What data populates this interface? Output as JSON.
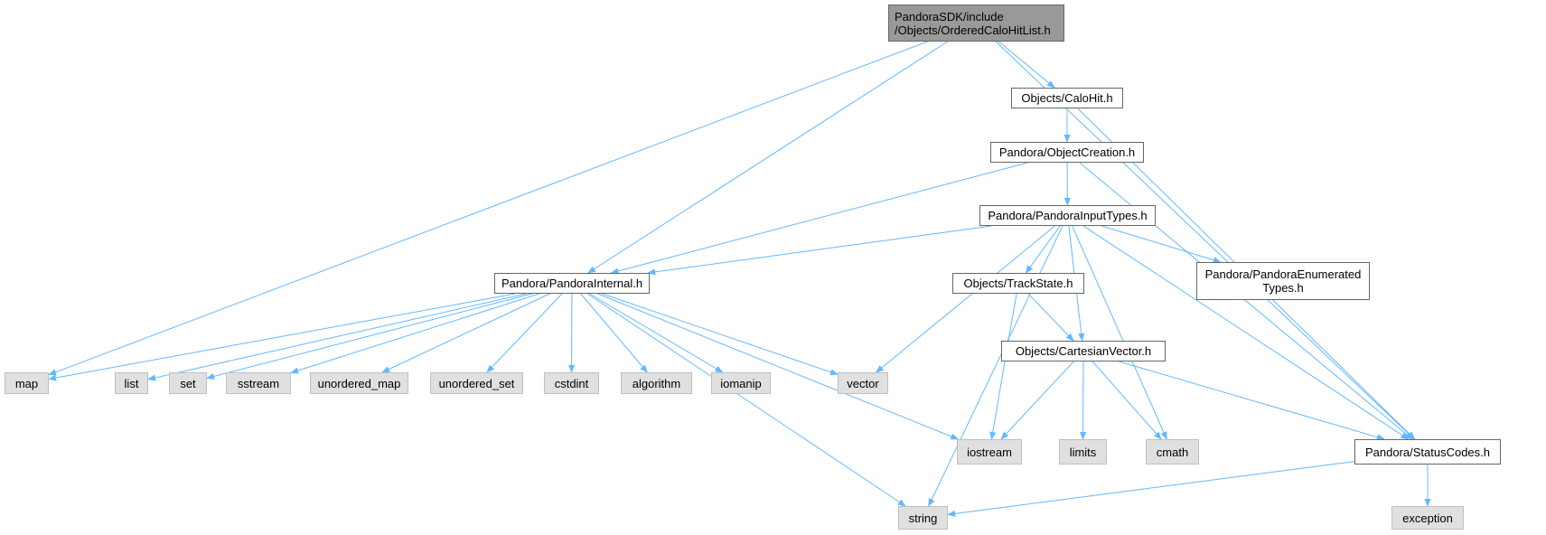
{
  "colors": {
    "edge": "#63b8ff",
    "root_fill": "#999999",
    "local_fill": "#ffffff",
    "system_fill": "#e0e0e0"
  },
  "nodes": {
    "root": {
      "line1": "PandoraSDK/include",
      "line2": "/Objects/OrderedCaloHitList.h"
    },
    "calohit": "Objects/CaloHit.h",
    "objectcreation": "Pandora/ObjectCreation.h",
    "inputtypes": "Pandora/PandoraInputTypes.h",
    "internal": "Pandora/PandoraInternal.h",
    "trackstate": "Objects/TrackState.h",
    "enumerated": {
      "line1": "Pandora/PandoraEnumerated",
      "line2": "Types.h"
    },
    "cartesian": "Objects/CartesianVector.h",
    "statuscodes": "Pandora/StatusCodes.h",
    "map": "map",
    "list": "list",
    "set": "set",
    "sstream": "sstream",
    "unordered_map": "unordered_map",
    "unordered_set": "unordered_set",
    "cstdint": "cstdint",
    "algorithm": "algorithm",
    "iomanip": "iomanip",
    "vector": "vector",
    "iostream": "iostream",
    "limits": "limits",
    "cmath": "cmath",
    "string": "string",
    "exception": "exception"
  },
  "edges": [
    [
      "root",
      "calohit"
    ],
    [
      "root",
      "internal"
    ],
    [
      "root",
      "map"
    ],
    [
      "root",
      "statuscodes"
    ],
    [
      "calohit",
      "objectcreation"
    ],
    [
      "calohit",
      "statuscodes"
    ],
    [
      "objectcreation",
      "inputtypes"
    ],
    [
      "objectcreation",
      "internal"
    ],
    [
      "objectcreation",
      "statuscodes"
    ],
    [
      "inputtypes",
      "internal"
    ],
    [
      "inputtypes",
      "trackstate"
    ],
    [
      "inputtypes",
      "enumerated"
    ],
    [
      "inputtypes",
      "cartesian"
    ],
    [
      "inputtypes",
      "statuscodes"
    ],
    [
      "inputtypes",
      "vector"
    ],
    [
      "inputtypes",
      "string"
    ],
    [
      "inputtypes",
      "cmath"
    ],
    [
      "internal",
      "map"
    ],
    [
      "internal",
      "list"
    ],
    [
      "internal",
      "set"
    ],
    [
      "internal",
      "sstream"
    ],
    [
      "internal",
      "unordered_map"
    ],
    [
      "internal",
      "unordered_set"
    ],
    [
      "internal",
      "cstdint"
    ],
    [
      "internal",
      "algorithm"
    ],
    [
      "internal",
      "iomanip"
    ],
    [
      "internal",
      "vector"
    ],
    [
      "internal",
      "iostream"
    ],
    [
      "internal",
      "string"
    ],
    [
      "trackstate",
      "cartesian"
    ],
    [
      "trackstate",
      "iostream"
    ],
    [
      "cartesian",
      "iostream"
    ],
    [
      "cartesian",
      "limits"
    ],
    [
      "cartesian",
      "cmath"
    ],
    [
      "cartesian",
      "statuscodes"
    ],
    [
      "statuscodes",
      "string"
    ],
    [
      "statuscodes",
      "exception"
    ]
  ]
}
